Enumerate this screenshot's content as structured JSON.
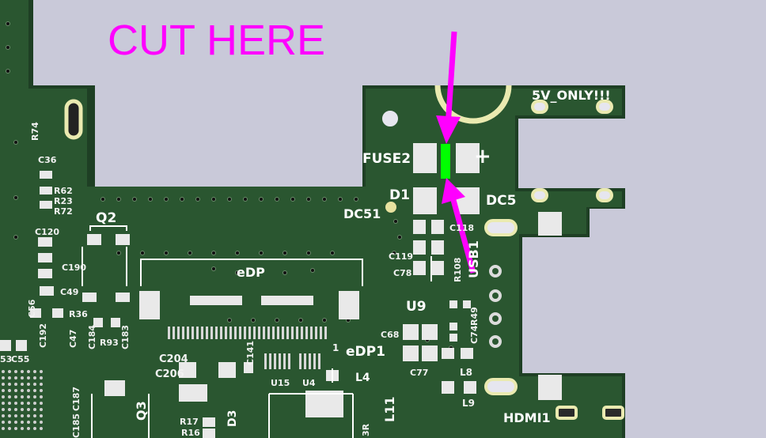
{
  "annotation": {
    "text": "CUT HERE",
    "color": "#ff00ff",
    "arrow_color": "#ff00ff",
    "cut_trace_color": "#00ff00"
  },
  "colors": {
    "background": "#c9c9d9",
    "pcb": "#2a5630",
    "pcb_edge": "#1d3d22",
    "silkscreen": "#ffffff",
    "copper_pad": "#e9e9e9",
    "gold_ring": "#eaeab0"
  },
  "board_labels": {
    "five_v_only": "5V_ONLY!!!",
    "fuse": "FUSE2",
    "plus": "+",
    "d1": "D1",
    "dc5": "DC5",
    "dc51": "DC51",
    "q2": "Q2",
    "q3": "Q3",
    "usb1": "USB1",
    "u9": "U9",
    "edp": "eDP",
    "edp1": "eDP1",
    "l4": "L4",
    "l8": "L8",
    "l9": "L9",
    "l11": "L11",
    "hdmi1": "HDMI1",
    "u15": "U15",
    "u4": "U4",
    "d3": "D3",
    "r3r": "3R",
    "one": "1",
    "r74": "R74",
    "c36": "C36",
    "r62": "R62",
    "r23": "R23",
    "r72": "R72",
    "c120": "C120",
    "c190": "C190",
    "c49": "C49",
    "c56": "C56",
    "r36": "R36",
    "c192": "C192",
    "c47": "C47",
    "c184": "C184",
    "r93": "R93",
    "c183": "C183",
    "c55": "C55",
    "c53": "53",
    "c187": "C187",
    "c185": "C185",
    "c204": "C204",
    "c206": "C206",
    "c141": "C141",
    "r17": "R17",
    "r16": "R16",
    "c118": "C118",
    "c119": "C119",
    "c78": "C78",
    "r108": "R108",
    "r49": "R49",
    "c68": "C68",
    "c74": "C74",
    "c77": "C77"
  }
}
